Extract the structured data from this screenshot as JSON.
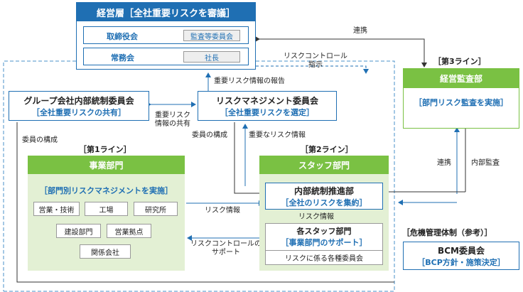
{
  "management": {
    "title": "経営層［全社重要リスクを審議］",
    "rows": [
      {
        "label": "取締役会",
        "tag": "監査等委員会"
      },
      {
        "label": "常務会",
        "tag": "社長"
      }
    ]
  },
  "audit": {
    "line_label": "［第3ライン］",
    "title": "経営監査部",
    "subtitle": "［部門リスク監査を実施］"
  },
  "group_committee": {
    "title": "グループ会社内部統制委員会",
    "subtitle": "［全社重要リスクの共有］"
  },
  "risk_committee": {
    "title": "リスクマネジメント委員会",
    "subtitle": "［全社重要リスクを選定］"
  },
  "first_line": {
    "line_label": "［第1ライン］",
    "title": "事業部門",
    "subtitle": "［部門別リスクマネジメントを実施］",
    "units": [
      "営業・技術",
      "工場",
      "研究所",
      "建設部門",
      "営業拠点"
    ],
    "affiliates": "関係会社"
  },
  "second_line": {
    "line_label": "［第2ライン］",
    "title": "スタッフ部門",
    "promotion_title": "内部統制推進部",
    "promotion_subtitle": "［全社のリスクを集約］",
    "staff_title": "各スタッフ部門",
    "staff_subtitle": "［事業部門のサポート］",
    "committees": "リスクに係る各種委員会"
  },
  "crisis": {
    "heading": "［危機管理体制（参考）］",
    "title": "BCM委員会",
    "subtitle": "［BCP方針・施策決定］"
  },
  "labels": {
    "cooperation_top": "連携",
    "risk_control_instr_1": "リスクコントロール",
    "risk_control_instr_2": "指示",
    "important_report": "重要リスク情報の報告",
    "share_1": "重要リスク",
    "share_2": "情報の共有",
    "member_left": "委員の構成",
    "member_mid": "委員の構成",
    "important_info": "重要なリスク情報",
    "cooperation_mid": "連携",
    "internal_audit": "内部監査",
    "risk_info_main": "リスク情報",
    "risk_info_small": "リスク情報",
    "support_1": "リスクコントロールの",
    "support_2": "サポート"
  },
  "colors": {
    "blue": "#1f6fb3",
    "green": "#7ac143",
    "light_green": "#e3f0d4",
    "dashed": "#4a90c8"
  }
}
